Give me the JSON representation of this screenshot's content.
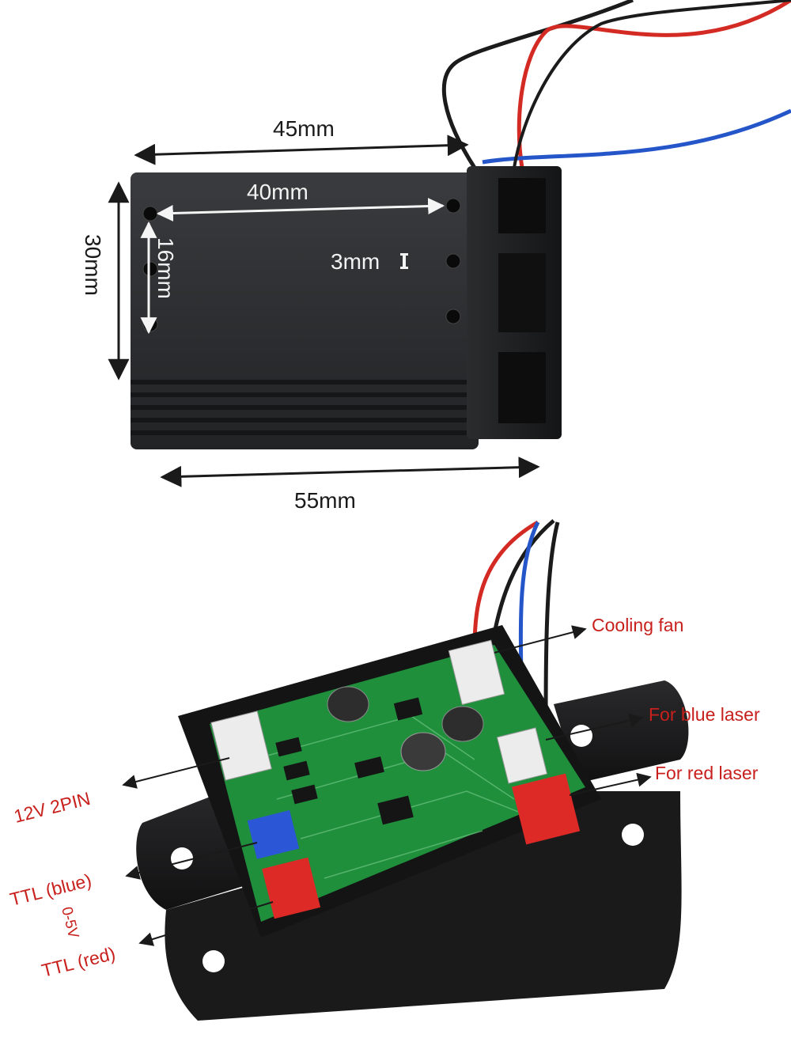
{
  "dimensions": {
    "width_top": "45mm",
    "hole_spacing": "40mm",
    "height": "30mm",
    "hole_vertical": "16mm",
    "mount_hole": "3mm",
    "length": "55mm"
  },
  "driver_labels": {
    "cooling_fan": "Cooling fan",
    "blue_laser": "For blue laser",
    "red_laser": "For red laser",
    "power_input": "12V 2PIN",
    "ttl_blue": "TTL (blue)",
    "voltage_range": "0-5V",
    "ttl_red": "TTL (red)"
  },
  "colors": {
    "label_red": "#c8201c",
    "module_body": "#2a2b2d",
    "pcb_green": "#1f8f3c",
    "wire_red": "#d42a24",
    "wire_blue": "#2556c9",
    "wire_black": "#1b1b1b"
  }
}
